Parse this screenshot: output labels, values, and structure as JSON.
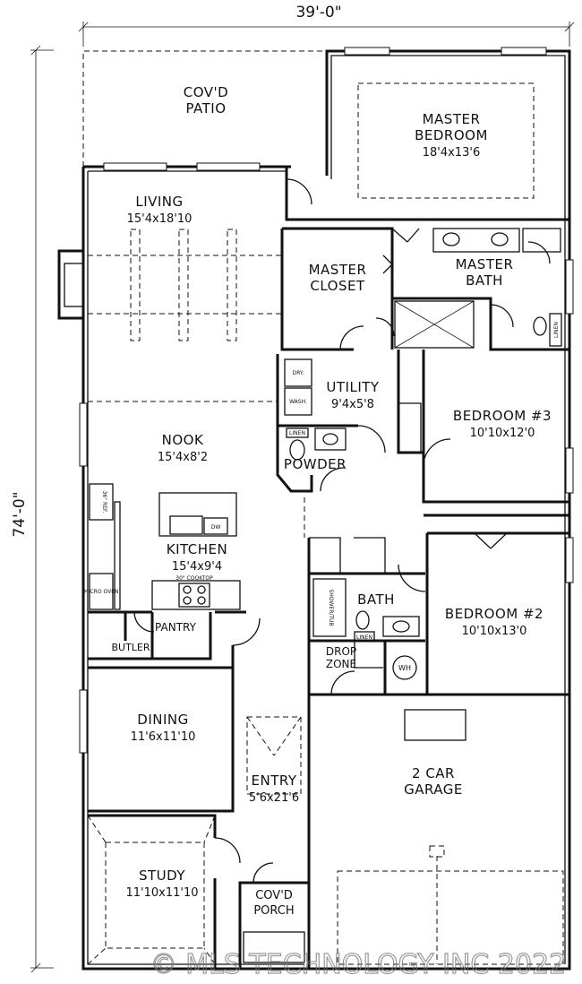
{
  "plan": {
    "overall_width": "39'-0\"",
    "overall_depth": "74'-0\""
  },
  "rooms": {
    "patio": {
      "name_1": "COV'D",
      "name_2": "PATIO"
    },
    "master_bedroom": {
      "name_1": "MASTER",
      "name_2": "BEDROOM",
      "size": "18'4x13'6"
    },
    "living": {
      "name": "LIVING",
      "size": "15'4x18'10"
    },
    "master_closet": {
      "name_1": "MASTER",
      "name_2": "CLOSET"
    },
    "master_bath": {
      "name_1": "MASTER",
      "name_2": "BATH"
    },
    "utility": {
      "name": "UTILITY",
      "size": "9'4x5'8"
    },
    "nook": {
      "name": "NOOK",
      "size": "15'4x8'2"
    },
    "bedroom3": {
      "name": "BEDROOM #3",
      "size": "10'10x12'0"
    },
    "powder": {
      "name": "POWDER"
    },
    "kitchen": {
      "name": "KITCHEN",
      "size": "15'4x9'4"
    },
    "bath": {
      "name": "BATH"
    },
    "bedroom2": {
      "name": "BEDROOM #2",
      "size": "10'10x13'0"
    },
    "pantry": {
      "name": "PANTRY"
    },
    "butler": {
      "name": "BUTLER"
    },
    "drop_zone": {
      "name_1": "DROP",
      "name_2": "ZONE"
    },
    "dining": {
      "name": "DINING",
      "size": "11'6x11'10"
    },
    "entry": {
      "name": "ENTRY",
      "size": "5'6x21'6"
    },
    "garage": {
      "name_1": "2 CAR",
      "name_2": "GARAGE"
    },
    "study": {
      "name": "STUDY",
      "size": "11'10x11'10"
    },
    "porch": {
      "name_1": "COV'D",
      "name_2": "PORCH"
    }
  },
  "fixtures": {
    "dryer": "DRY.",
    "washer": "WASH.",
    "linen_powder": "LINEN",
    "linen_bath": "LINEN",
    "linen_master": "LINEN",
    "ref": "36\" REF.",
    "dishwasher": "DW",
    "micro_oven": "MICRO OVEN",
    "cooktop": "30\" COOKTOP",
    "tub": "SHOWER/TUB",
    "water_heater": "WH"
  },
  "watermark": "© MLS TECHNOLOGY INC 2022"
}
